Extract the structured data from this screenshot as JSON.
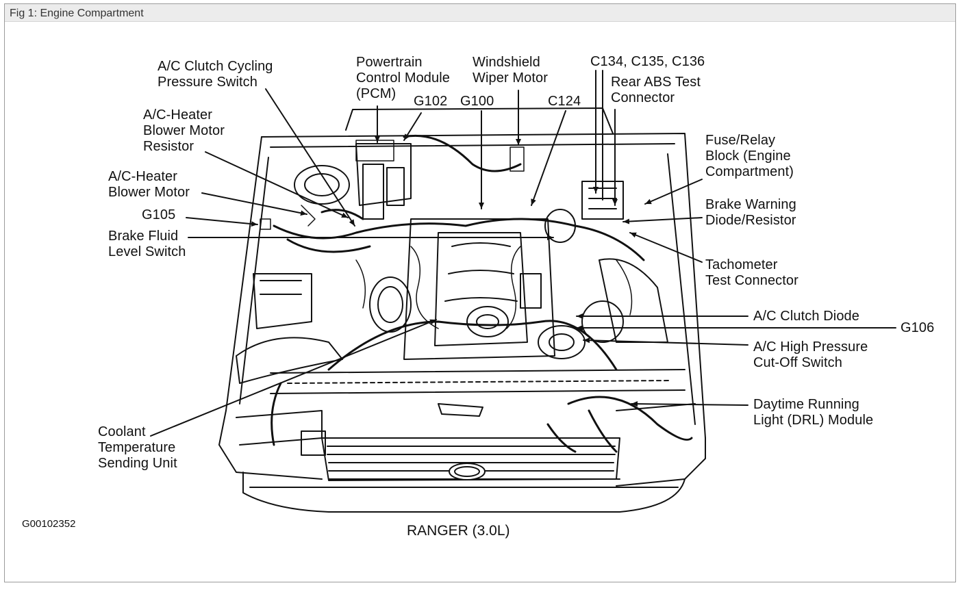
{
  "caption": "Fig 1: Engine Compartment",
  "figure_id": "G00102352",
  "model": "RANGER (3.0L)",
  "labels": {
    "ac_cycling": "A/C Clutch Cycling\nPressure Switch",
    "pcm": "Powertrain\nControl Module\n(PCM)",
    "wiper": "Windshield\nWiper Motor",
    "connectors": "C134, C135, C136",
    "abs_test": "Rear ABS Test\nConnector",
    "g102": "G102",
    "g100": "G100",
    "c124": "C124",
    "blower_resistor": "A/C-Heater\nBlower Motor\nResistor",
    "fuse_relay": "Fuse/Relay\nBlock (Engine\nCompartment)",
    "blower_motor": "A/C-Heater\nBlower Motor",
    "brake_warning": "Brake Warning\nDiode/Resistor",
    "g105": "G105",
    "brake_fluid": "Brake Fluid\nLevel Switch",
    "tach_test": "Tachometer\nTest Connector",
    "ac_diode": "A/C Clutch Diode",
    "g106": "G106",
    "ac_high": "A/C High Pressure\nCut-Off Switch",
    "drl": "Daytime Running\nLight (DRL) Module",
    "coolant": "Coolant\nTemperature\nSending Unit"
  }
}
